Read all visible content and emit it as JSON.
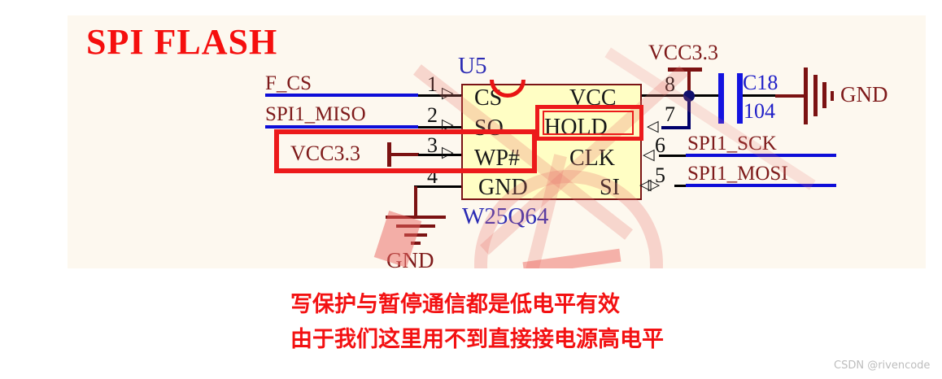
{
  "title": "SPI FLASH",
  "chip": {
    "designator": "U5",
    "part_number": "W25Q64",
    "left_pins": [
      {
        "num": "1",
        "name": "CS"
      },
      {
        "num": "2",
        "name": "SO"
      },
      {
        "num": "3",
        "name": "WP#"
      },
      {
        "num": "4",
        "name": "GND"
      }
    ],
    "right_pins": [
      {
        "num": "8",
        "name": "VCC"
      },
      {
        "num": "7",
        "name": "HOLD"
      },
      {
        "num": "6",
        "name": "CLK"
      },
      {
        "num": "5",
        "name": "SI"
      }
    ]
  },
  "nets": {
    "f_cs": "F_CS",
    "spi1_miso": "SPI1_MISO",
    "vcc33_left": "VCC3.3",
    "gnd_left": "GND",
    "vcc33_right": "VCC3.3",
    "gnd_right": "GND",
    "spi1_sck": "SPI1_SCK",
    "spi1_mosi": "SPI1_MOSI"
  },
  "capacitor": {
    "designator": "C18",
    "value": "104"
  },
  "icons": {
    "arrow_right": "▷",
    "arrow_left": "◁",
    "arrow_both": "◁▷"
  },
  "annotations": {
    "line1": "写保护与暂停通信都是低电平有效",
    "line2": "由于我们这里用不到直接接电源高电平"
  },
  "watermark_credit": "CSDN @rivencode",
  "colors": {
    "background": "#FDF8EF",
    "chip_fill": "#FFFEC4",
    "chip_border": "#7B1416",
    "wire_blue": "#0D0DD8",
    "wire_navy": "#00006B",
    "wire_dark_red": "#7B1212",
    "net_label": "#7E1A1A",
    "highlight_red": "#EC1A1B",
    "title_red": "#F50F0E",
    "note_red": "#F31112",
    "designator_blue": "#2B2BB4",
    "cap_text_blue": "#2020C8"
  }
}
